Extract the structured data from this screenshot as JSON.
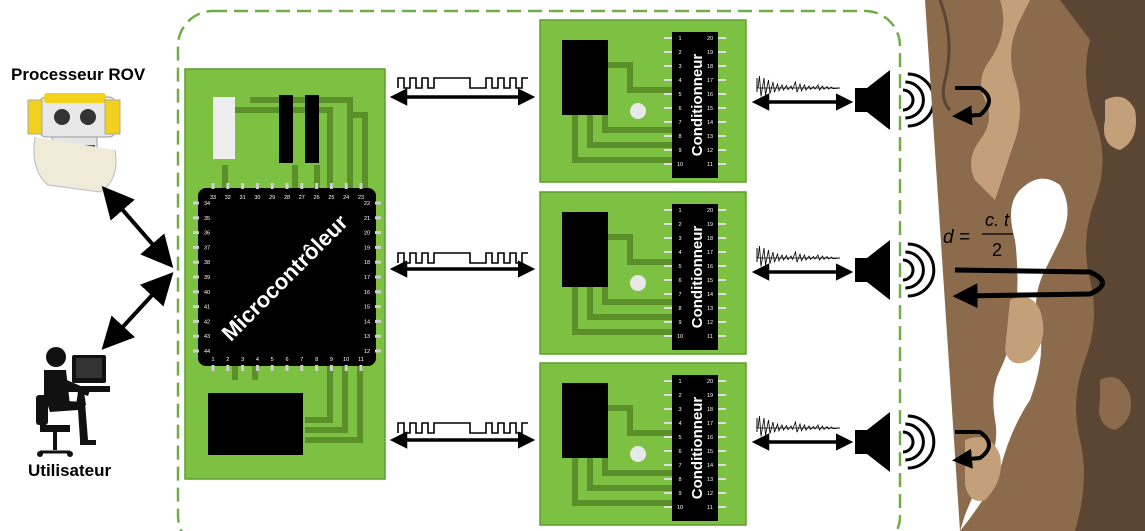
{
  "labels": {
    "rov": "Processeur ROV",
    "user": "Utilisateur",
    "mcu": "Microcontrôleur",
    "conditioner": "Conditionneur"
  },
  "formula": {
    "lhs": "d =",
    "numerator": "c. t",
    "denominator": "2"
  },
  "mcu_pins": {
    "top": [
      "33",
      "32",
      "31",
      "30",
      "29",
      "28",
      "27",
      "26",
      "25",
      "24",
      "23"
    ],
    "left": [
      "34",
      "35",
      "36",
      "37",
      "38",
      "39",
      "40",
      "41",
      "42",
      "43",
      "44"
    ],
    "right": [
      "22",
      "21",
      "20",
      "19",
      "18",
      "17",
      "16",
      "15",
      "14",
      "13",
      "12"
    ],
    "bottom": [
      "1",
      "2",
      "3",
      "4",
      "5",
      "6",
      "7",
      "8",
      "9",
      "10",
      "11"
    ]
  },
  "cond_pins": {
    "left": [
      "1",
      "2",
      "3",
      "4",
      "5",
      "6",
      "7",
      "8",
      "9",
      "10"
    ],
    "right": [
      "20",
      "19",
      "18",
      "17",
      "16",
      "15",
      "14",
      "13",
      "12",
      "11"
    ]
  },
  "colors": {
    "board": "#7dc142",
    "board_edge": "#5e9e2c",
    "trace": "#5a8f2a",
    "dash_border": "#70ad47",
    "cave_dark": "#5b4634",
    "cave_mid": "#8b6b4b",
    "cave_light": "#c4a07a"
  },
  "channels": [
    {
      "id": "ch1",
      "echo": "short"
    },
    {
      "id": "ch2",
      "echo": "long"
    },
    {
      "id": "ch3",
      "echo": "short"
    }
  ]
}
